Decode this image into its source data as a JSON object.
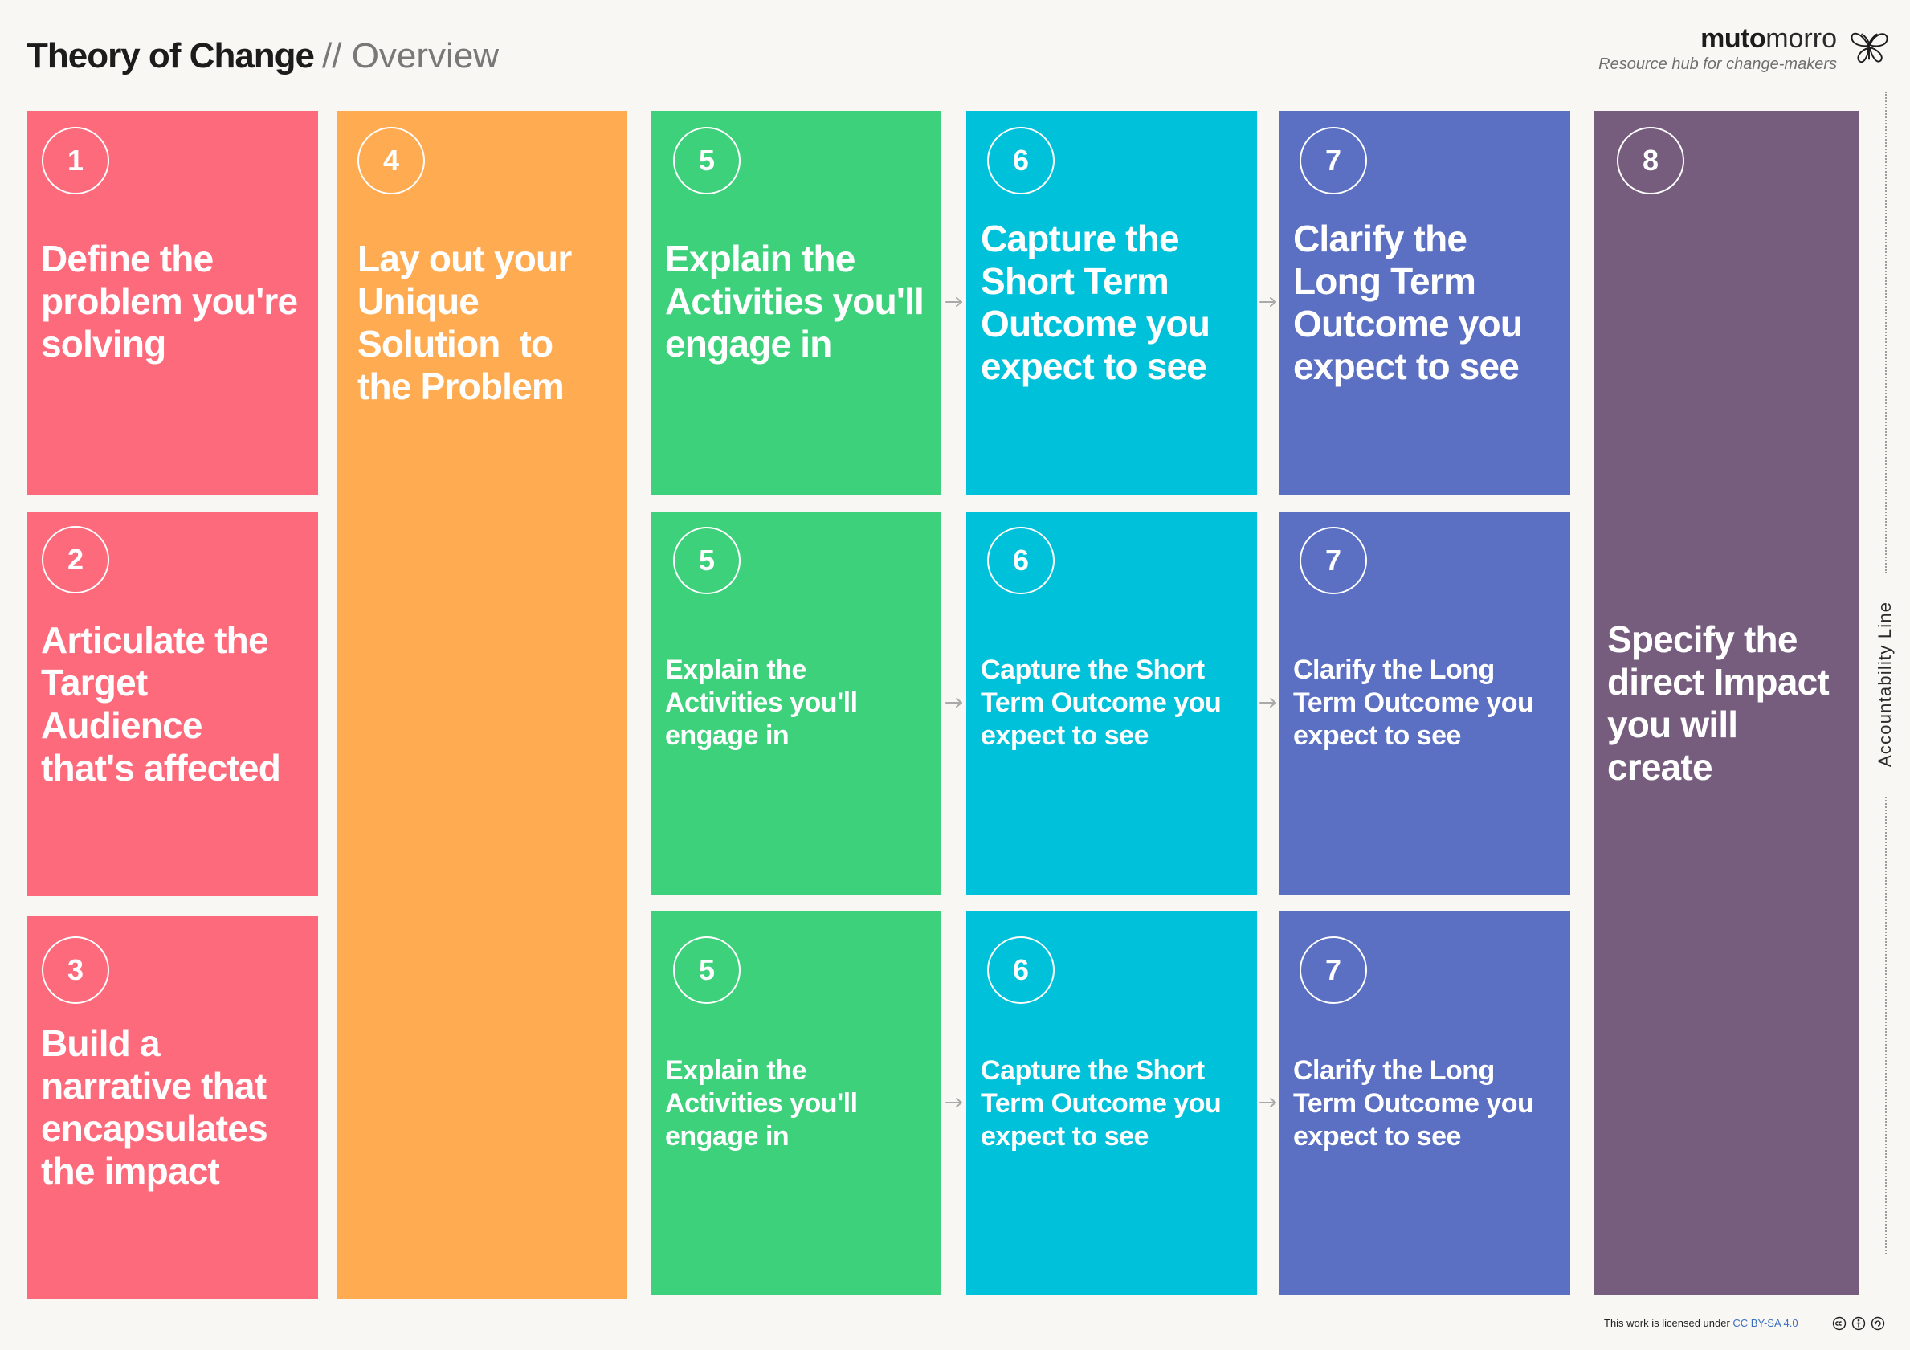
{
  "header": {
    "title": "Theory of Change",
    "subtitle": "// Overview"
  },
  "brand": {
    "name_bold": "muto",
    "name_light": "morro",
    "tagline": "Resource hub for change-makers",
    "icon": "butterfly-icon"
  },
  "colors": {
    "background": "#f9f7f3",
    "problem": "#fd6a7b",
    "solution": "#ffab52",
    "activities": "#3ed17b",
    "short_term": "#00c1da",
    "long_term": "#5b6fc3",
    "impact": "#765d7e"
  },
  "cards": [
    {
      "number": "1",
      "lines": [
        "Define the",
        "problem you're",
        "solving"
      ]
    },
    {
      "number": "2",
      "lines": [
        "Articulate the",
        "Target",
        "Audience",
        "that's affected"
      ]
    },
    {
      "number": "3",
      "lines": [
        "Build a",
        "narrative that",
        "encapsulates",
        "the impact"
      ]
    },
    {
      "number": "4",
      "lines": [
        "Lay out your",
        "Unique",
        "Solution  to",
        "the Problem"
      ]
    },
    {
      "number": "5",
      "lines": [
        "Explain the",
        "Activities you'll",
        "engage in"
      ]
    },
    {
      "number": "6",
      "lines": [
        "Capture the",
        "Short Term",
        "Outcome you",
        "expect to see"
      ]
    },
    {
      "number": "7",
      "lines": [
        "Clarify the",
        "Long Term",
        "Outcome you",
        "expect to see"
      ]
    },
    {
      "number": "5",
      "lines": [
        "Explain the",
        "Activities you'll",
        "engage in"
      ]
    },
    {
      "number": "6",
      "lines": [
        "Capture the Short",
        "Term Outcome you",
        "expect to see"
      ]
    },
    {
      "number": "7",
      "lines": [
        "Clarify the Long",
        "Term Outcome you",
        "expect to see"
      ]
    },
    {
      "number": "5",
      "lines": [
        "Explain the",
        "Activities you'll",
        "engage in"
      ]
    },
    {
      "number": "6",
      "lines": [
        "Capture the Short",
        "Term Outcome you",
        "expect to see"
      ]
    },
    {
      "number": "7",
      "lines": [
        "Clarify the Long",
        "Term Outcome you",
        "expect to see"
      ]
    },
    {
      "number": "8",
      "lines": [
        "Specify the",
        "direct Impact",
        "you will",
        "create"
      ]
    }
  ],
  "accountability_label": "Accountability Line",
  "footer": {
    "text": "This work is licensed under ",
    "license_link": "CC BY-SA 4.0",
    "icons": [
      "cc-icon",
      "by-icon",
      "sa-icon"
    ]
  }
}
